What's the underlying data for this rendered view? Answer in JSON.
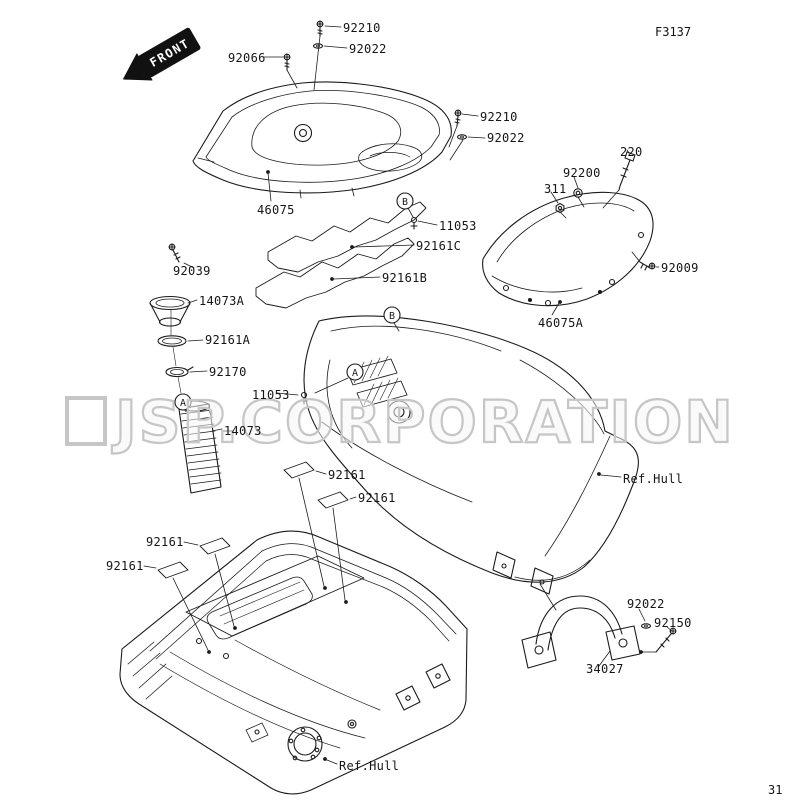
{
  "page": {
    "code": "F3137",
    "page_number": "31",
    "front_label": "FRONT",
    "watermark": "JSP.CORPORATION"
  },
  "callouts": [
    {
      "text": "B"
    },
    {
      "text": "B"
    },
    {
      "text": "A"
    },
    {
      "text": "A"
    }
  ],
  "labels": [
    {
      "text": "92210"
    },
    {
      "text": "92022"
    },
    {
      "text": "92066"
    },
    {
      "text": "92210"
    },
    {
      "text": "92022"
    },
    {
      "text": "46075"
    },
    {
      "text": "11053"
    },
    {
      "text": "92161C"
    },
    {
      "text": "92161B"
    },
    {
      "text": "92039"
    },
    {
      "text": "14073A"
    },
    {
      "text": "92161A"
    },
    {
      "text": "92170"
    },
    {
      "text": "14073"
    },
    {
      "text": "220"
    },
    {
      "text": "92200"
    },
    {
      "text": "311"
    },
    {
      "text": "92009"
    },
    {
      "text": "46075A"
    },
    {
      "text": "11053"
    },
    {
      "text": "92161"
    },
    {
      "text": "92161"
    },
    {
      "text": "92161"
    },
    {
      "text": "92161"
    },
    {
      "text": "Ref.Hull"
    },
    {
      "text": "92022"
    },
    {
      "text": "92150"
    },
    {
      "text": "34027"
    },
    {
      "text": "Ref.Hull"
    }
  ]
}
